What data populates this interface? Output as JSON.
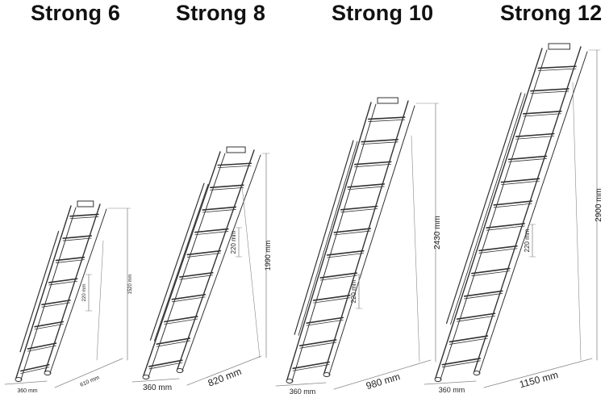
{
  "models": [
    {
      "name": "Strong 6",
      "height": "1520 mm",
      "step": "220 mm",
      "width": "360 mm",
      "depth": "610 mm"
    },
    {
      "name": "Strong 8",
      "height": "1990 mm",
      "step": "220 mm",
      "width": "360 mm",
      "depth": "820 mm"
    },
    {
      "name": "Strong 10",
      "height": "2430 mm",
      "step": "220 mm",
      "width": "360 mm",
      "depth": "980 mm"
    },
    {
      "name": "Strong 12",
      "height": "2900 mm",
      "step": "220 mm",
      "width": "360 mm",
      "depth": "1150 mm"
    }
  ],
  "colors": {
    "line": "#333333",
    "dim": "#888888",
    "text": "#111111"
  }
}
